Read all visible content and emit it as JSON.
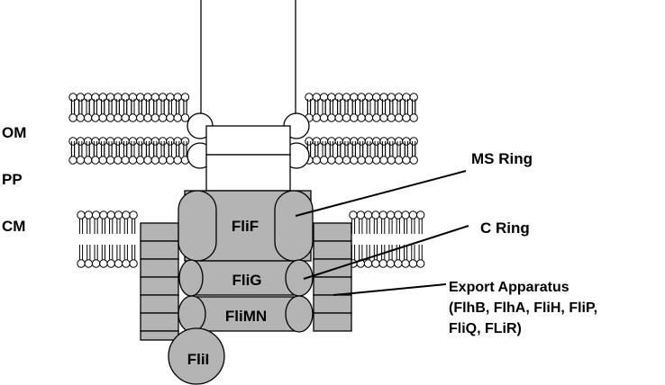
{
  "labels": {
    "om": "OM",
    "pp": "PP",
    "cm": "CM",
    "ms_ring": "MS Ring",
    "c_ring": "C Ring",
    "export_line1": "Export Apparatus",
    "export_line2": "(FlhB, FlhA, FliH, FliP,",
    "export_line3": "FliQ, FLiR)"
  },
  "proteins": {
    "flif": "FliF",
    "flig": "FliG",
    "flimn": "FliMN",
    "flii": "FliI"
  },
  "colors": {
    "protein_fill": "#b4b4b4",
    "stroke": "#000000",
    "background": "#ffffff"
  }
}
